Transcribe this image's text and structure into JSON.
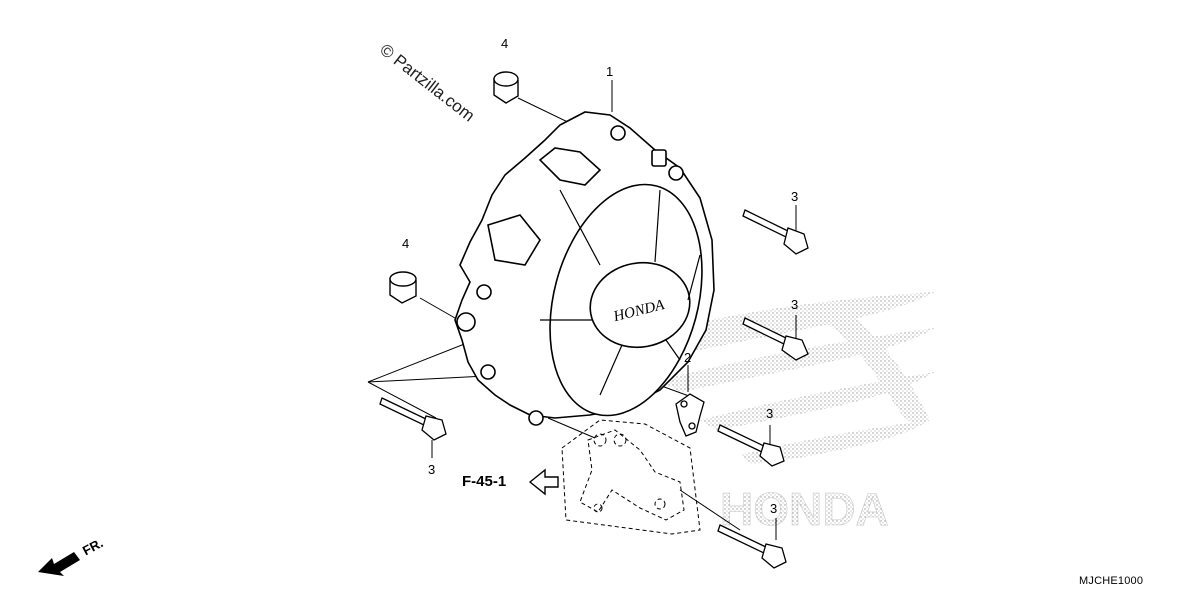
{
  "diagram": {
    "watermark": "© Partzilla.com",
    "drawing_code": "MJCHE1000",
    "reference_label": "F-45-1",
    "front_label": "FR.",
    "cover_logo": "HONDA",
    "callouts": {
      "part_1": "1",
      "part_2": "2",
      "part_3_a": "3",
      "part_3_b": "3",
      "part_3_c": "3",
      "part_3_d": "3",
      "part_3_e": "3",
      "part_4_a": "4",
      "part_4_b": "4"
    }
  }
}
